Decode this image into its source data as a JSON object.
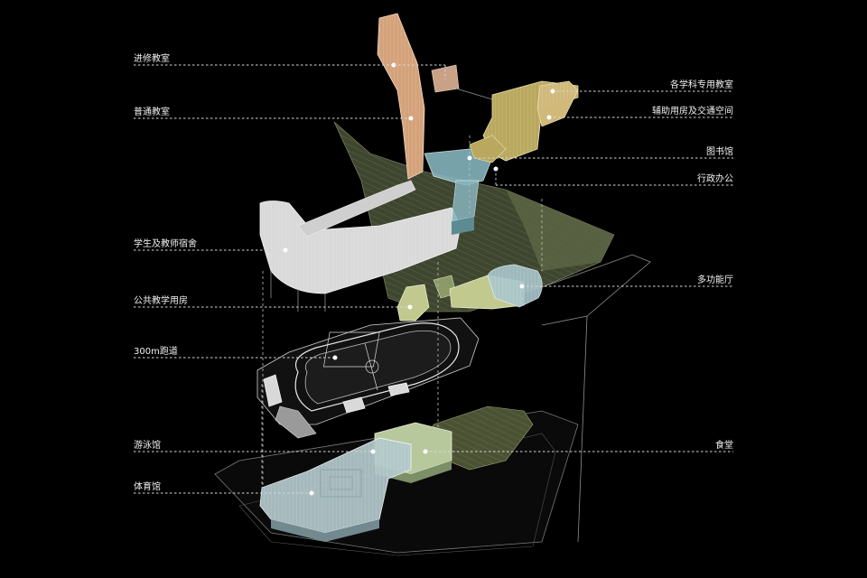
{
  "labels": {
    "advanced_classroom": "进修教室",
    "general_classroom": "普通教室",
    "dormitory": "学生及教师宿舍",
    "public_teaching": "公共教学用房",
    "track": "300m跑道",
    "natatorium": "游泳馆",
    "gymnasium": "体育馆",
    "subject_classroom": "各学科专用教室",
    "auxiliary_traffic": "辅助用房及交通空间",
    "library": "图书馆",
    "admin_office": "行政办公",
    "multipurpose_hall": "多功能厅",
    "canteen": "食堂"
  },
  "colors": {
    "background": "#000000",
    "classroom_orange": "#d4a27a",
    "subject_olive": "#b9a85e",
    "library_blue": "#86b4bd",
    "terrain_green": "#6b7352",
    "teaching_green": "#c2c98e",
    "hall_cyan": "#a9c6cc",
    "canteen_green": "#b7c99c",
    "gym_blue": "#b3c8cc",
    "dorm_white": "#d9d9d9"
  }
}
